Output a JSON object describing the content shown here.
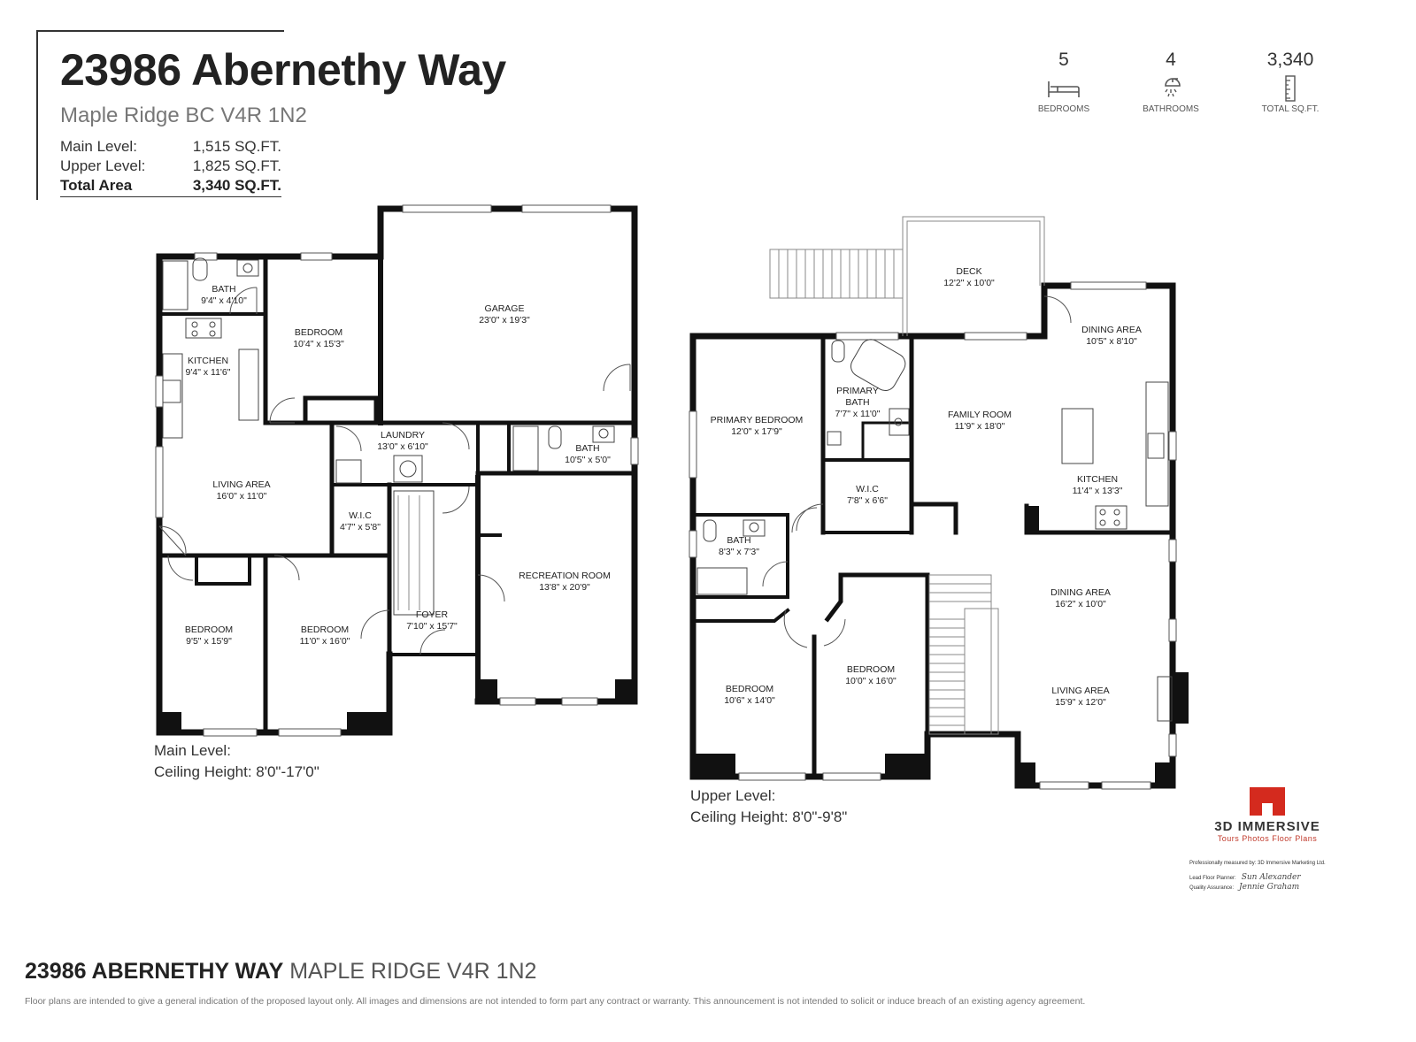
{
  "header": {
    "title": "23986 Abernethy Way",
    "subtitle": "Maple Ridge BC V4R 1N2",
    "areas": [
      {
        "label": "Main Level:",
        "value": "1,515 SQ.FT."
      },
      {
        "label": "Upper Level:",
        "value": "1,825 SQ.FT."
      },
      {
        "label": "Total Area",
        "value": "3,340 SQ.FT."
      }
    ]
  },
  "stats": [
    {
      "value": "5",
      "label": "BEDROOMS",
      "icon": "bed-icon"
    },
    {
      "value": "4",
      "label": "BATHROOMS",
      "icon": "shower-icon"
    },
    {
      "value": "3,340",
      "label": "TOTAL SQ.FT.",
      "icon": "ruler-icon"
    }
  ],
  "main_level": {
    "rooms": [
      {
        "name": "BATH",
        "dims": "9'4\" x 4'10\""
      },
      {
        "name": "BEDROOM",
        "dims": "10'4\" x 15'3\""
      },
      {
        "name": "GARAGE",
        "dims": "23'0\" x 19'3\""
      },
      {
        "name": "KITCHEN",
        "dims": "9'4\" x 11'6\""
      },
      {
        "name": "LAUNDRY",
        "dims": "13'0\" x 6'10\""
      },
      {
        "name": "BATH",
        "dims": "10'5\" x 5'0\""
      },
      {
        "name": "LIVING AREA",
        "dims": "16'0\" x 11'0\""
      },
      {
        "name": "W.I.C",
        "dims": "4'7\" x 5'8\""
      },
      {
        "name": "RECREATION ROOM",
        "dims": "13'8\" x 20'9\""
      },
      {
        "name": "FOYER",
        "dims": "7'10\" x 15'7\""
      },
      {
        "name": "BEDROOM",
        "dims": "9'5\" x 15'9\""
      },
      {
        "name": "BEDROOM",
        "dims": "11'0\" x 16'0\""
      }
    ],
    "caption_1": "Main Level:",
    "caption_2": "Ceiling Height: 8'0\"-17'0\""
  },
  "upper_level": {
    "rooms": [
      {
        "name": "DECK",
        "dims": "12'2\" x 10'0\""
      },
      {
        "name": "DINING AREA",
        "dims": "10'5\" x 8'10\""
      },
      {
        "name": "PRIMARY",
        "name2": "BATH",
        "dims": "7'7\" x 11'0\""
      },
      {
        "name": "PRIMARY BEDROOM",
        "dims": "12'0\" x 17'9\""
      },
      {
        "name": "FAMILY ROOM",
        "dims": "11'9\" x 18'0\""
      },
      {
        "name": "W.I.C",
        "dims": "7'8\" x 6'6\""
      },
      {
        "name": "KITCHEN",
        "dims": "11'4\" x 13'3\""
      },
      {
        "name": "BATH",
        "dims": "8'3\" x 7'3\""
      },
      {
        "name": "DINING AREA",
        "dims": "16'2\" x 10'0\""
      },
      {
        "name": "BEDROOM",
        "dims": "10'0\" x 16'0\""
      },
      {
        "name": "BEDROOM",
        "dims": "10'6\" x 14'0\""
      },
      {
        "name": "LIVING AREA",
        "dims": "15'9\" x 12'0\""
      }
    ],
    "caption_1": "Upper Level:",
    "caption_2": "Ceiling Height: 8'0\"-9'8\""
  },
  "brand": {
    "name": "3D IMMERSIVE",
    "tagline": "Tours  Photos  Floor Plans",
    "measured": "Professionally measured by: 3D Immersive Marketing Ltd.",
    "lead_label": "Lead Floor Planner:",
    "lead_sig": "Sun Alexander",
    "qa_label": "Quality Assurance:",
    "qa_sig": "Jennie Graham",
    "accent": "#d42a1e"
  },
  "footer": {
    "title_bold": "23986 ABERNETHY WAY",
    "title_light": "MAPLE RIDGE V4R 1N2",
    "disclaimer": "Floor plans are intended to give a general indication of the proposed layout only. All images and dimensions are not intended to form part any contract or warranty. This announcement is not intended to solicit or induce breach of an existing agency agreement."
  }
}
